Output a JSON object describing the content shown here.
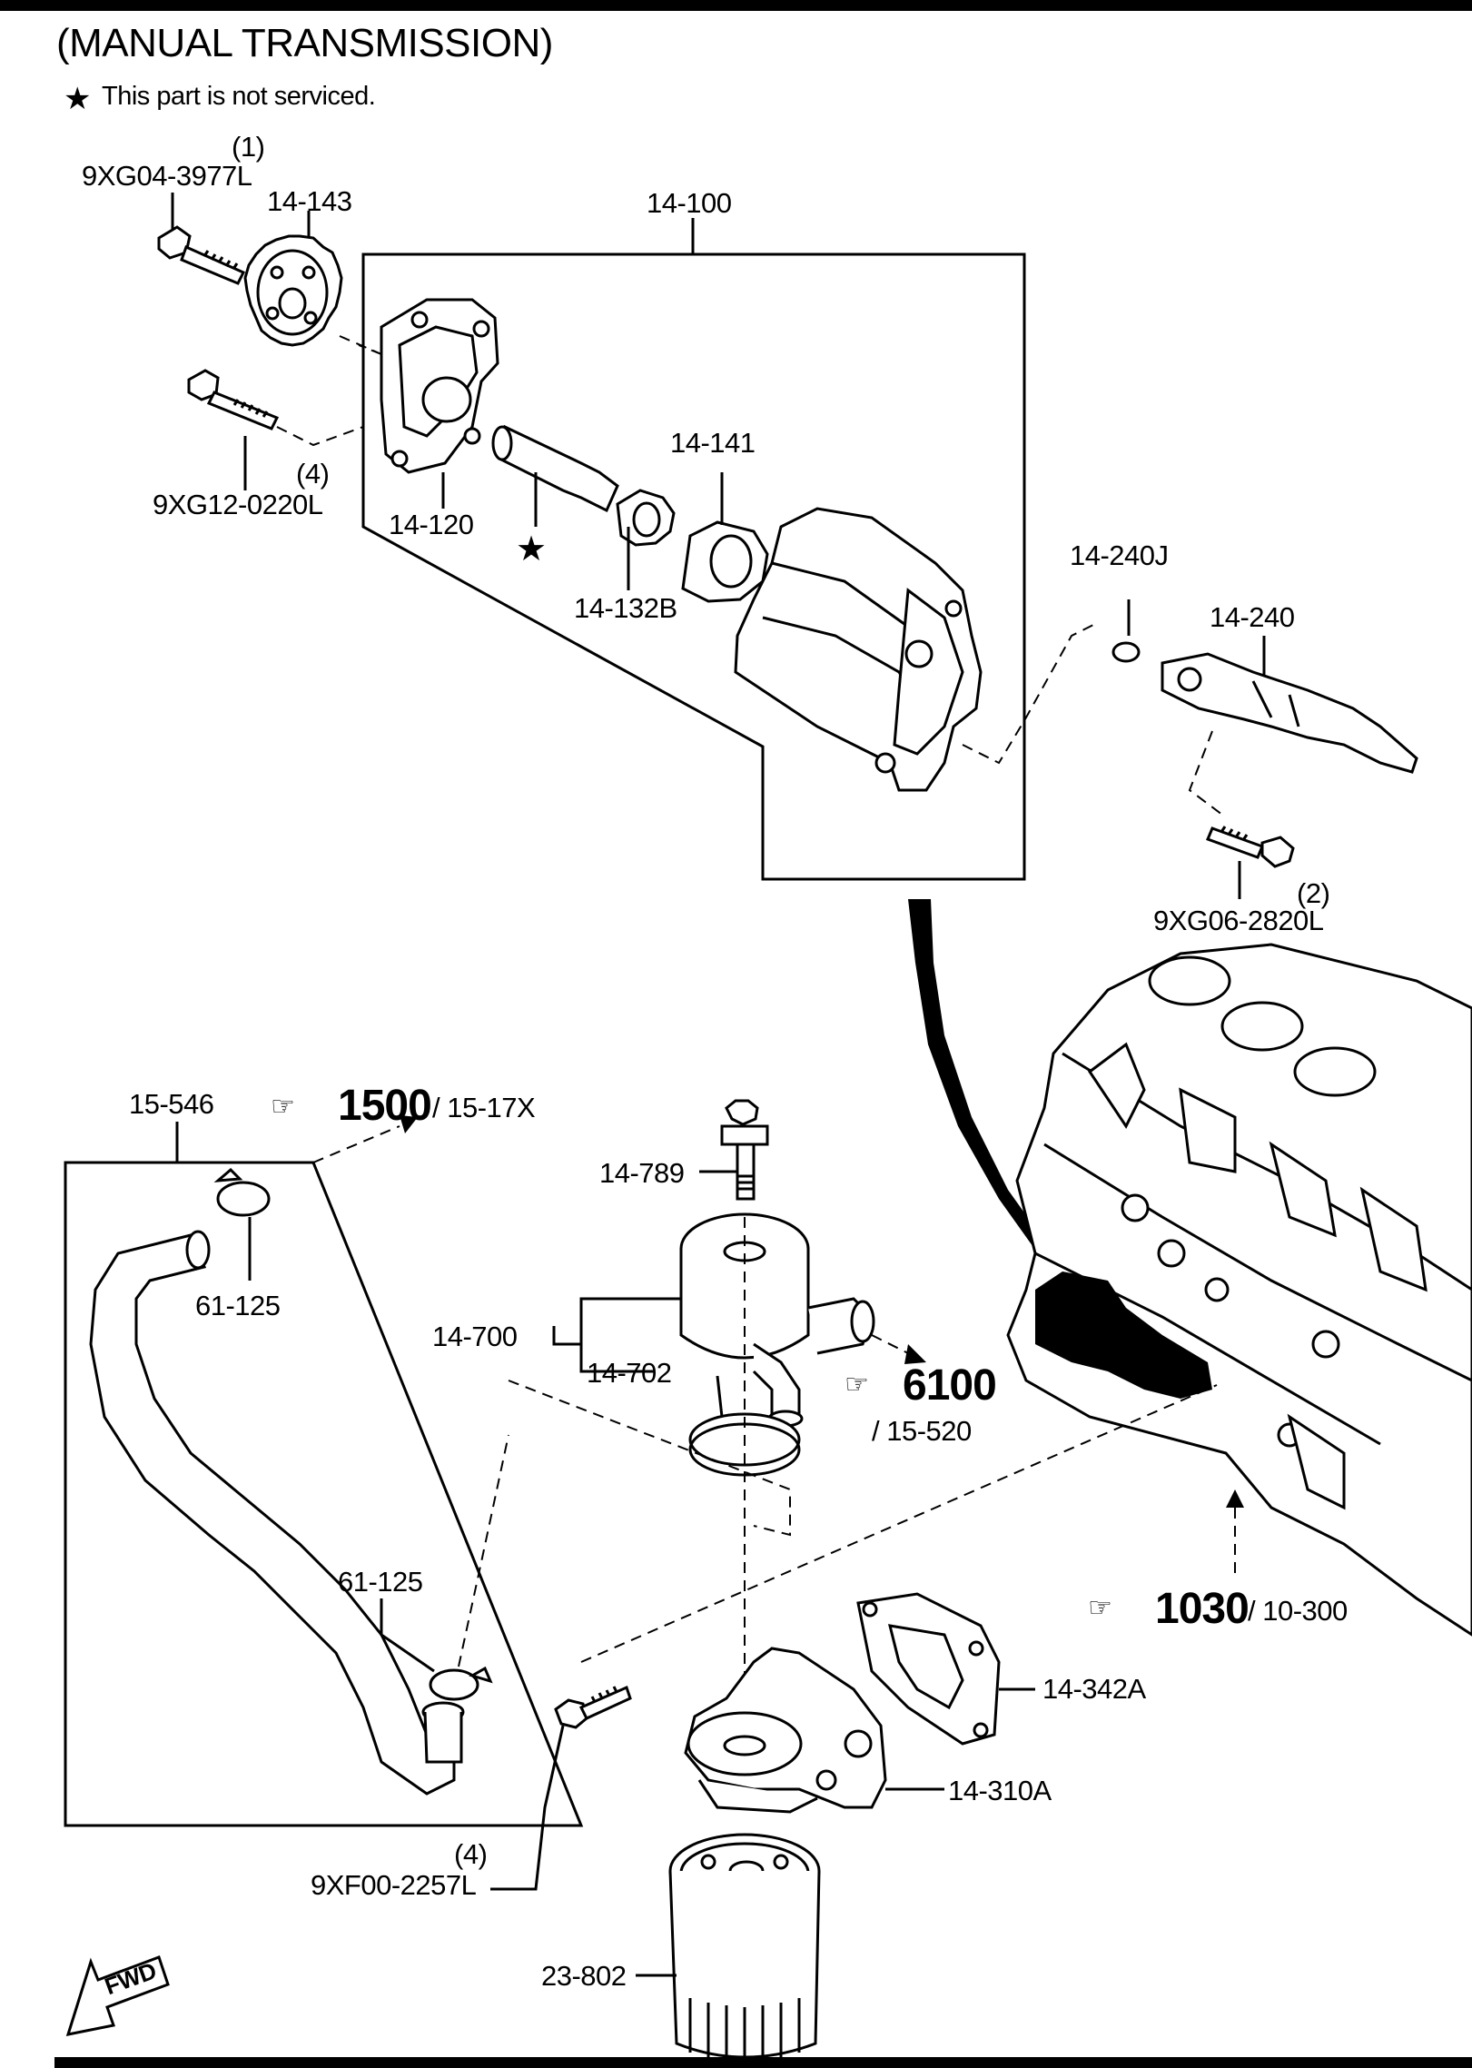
{
  "header": {
    "title": "(MANUAL TRANSMISSION)",
    "note_star": "★",
    "note_text": "This part is not serviced."
  },
  "callouts": {
    "bolt_top_qty": "(1)",
    "bolt_top_pn": "9XG04-3977L",
    "sprocket": "14-143",
    "oil_pump": "14-100",
    "bolt_left_qty": "(4)",
    "bolt_left_pn": "9XG12-0220L",
    "cover_plate": "14-120",
    "rotor_star": "★",
    "inner_rotor": "14-132B",
    "outer_rotor": "14-141",
    "clip": "14-240J",
    "baffle": "14-240",
    "bolt_right_qty": "(2)",
    "bolt_right_pn": "9XG06-2820L",
    "hose": "15-546",
    "clamp_upper": "61-125",
    "clamp_lower": "61-125",
    "bolt_cooler": "14-789",
    "oil_cooler": "14-700",
    "cooler_seal": "14-702",
    "gasket": "14-342A",
    "filter_housing": "14-310A",
    "bolt_bottom_qty": "(4)",
    "bolt_bottom_pn": "9XF00-2257L",
    "oil_filter": "23-802"
  },
  "references": {
    "ref1_num": "1500",
    "ref1_sub": "/ 15-17X",
    "ref2_num": "6100",
    "ref2_sub": "/ 15-520",
    "ref3_num": "1030",
    "ref3_sub": "/ 10-300"
  },
  "fwd_label": "FWD",
  "icons": {
    "reference": "pointing-hand-icon",
    "star": "star-icon",
    "direction": "fwd-arrow-icon"
  },
  "colors": {
    "ink": "#000000",
    "paper": "#ffffff"
  }
}
